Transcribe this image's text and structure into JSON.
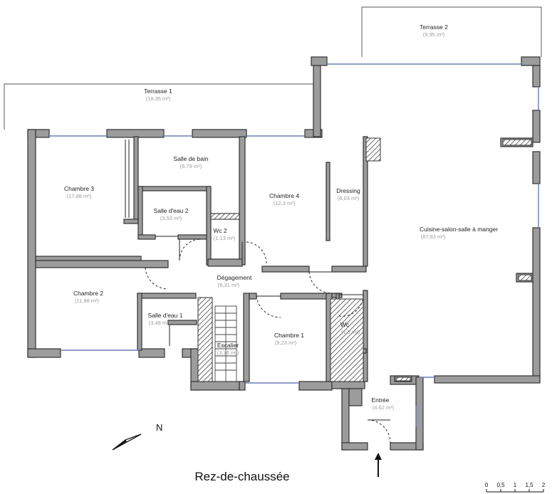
{
  "rooms": [
    {
      "id": "terrasse-2",
      "name": "Terrasse 2",
      "area": "(9,95 m²)"
    },
    {
      "id": "terrasse-1",
      "name": "Terrasse 1",
      "area": "(18,35 m²)"
    },
    {
      "id": "salle-de-bain",
      "name": "Salle de bain",
      "area": "(6,79 m²)"
    },
    {
      "id": "chambre-3",
      "name": "Chambre 3",
      "area": "(17,88 m²)"
    },
    {
      "id": "chambre-4",
      "name": "Chambre 4",
      "area": "(12,3 m²)"
    },
    {
      "id": "dressing",
      "name": "Dressing",
      "area": "(6,03 m²)"
    },
    {
      "id": "salle-d-eau-2",
      "name": "Salle d'eau 2",
      "area": "(3,53 m²)"
    },
    {
      "id": "wc-2",
      "name": "Wc 2",
      "area": "(1,13 m²)"
    },
    {
      "id": "cuisine-salon",
      "name": "Cuisine-salon-salle à manger",
      "area": "(67,83 m²)"
    },
    {
      "id": "degagement",
      "name": "Dégagement",
      "area": "(6,31 m²)"
    },
    {
      "id": "chambre-2",
      "name": "Chambre 2",
      "area": "(11,88 m²)"
    },
    {
      "id": "salle-d-eau-1",
      "name": "Salle d'eau 1",
      "area": "(3,48 m²)"
    },
    {
      "id": "wc",
      "name": "Wc",
      "area": "(1,8 m²)"
    },
    {
      "id": "chambre-1",
      "name": "Chambre 1",
      "area": "(9,23 m²)"
    },
    {
      "id": "escalier",
      "name": "Escalier",
      "area": "(3,76 m²)"
    },
    {
      "id": "entree",
      "name": "Entrée",
      "area": "(4,62 m²)"
    }
  ],
  "level_title": "Rez-de-chaussée",
  "north_label": "N",
  "scale_bar": {
    "ticks": [
      "0",
      "0,5",
      "1",
      "1,5",
      "2"
    ]
  },
  "colors": {
    "wall": "#9c9c9c",
    "window": "#6b7fb5",
    "area_text": "#9a9a9a"
  }
}
